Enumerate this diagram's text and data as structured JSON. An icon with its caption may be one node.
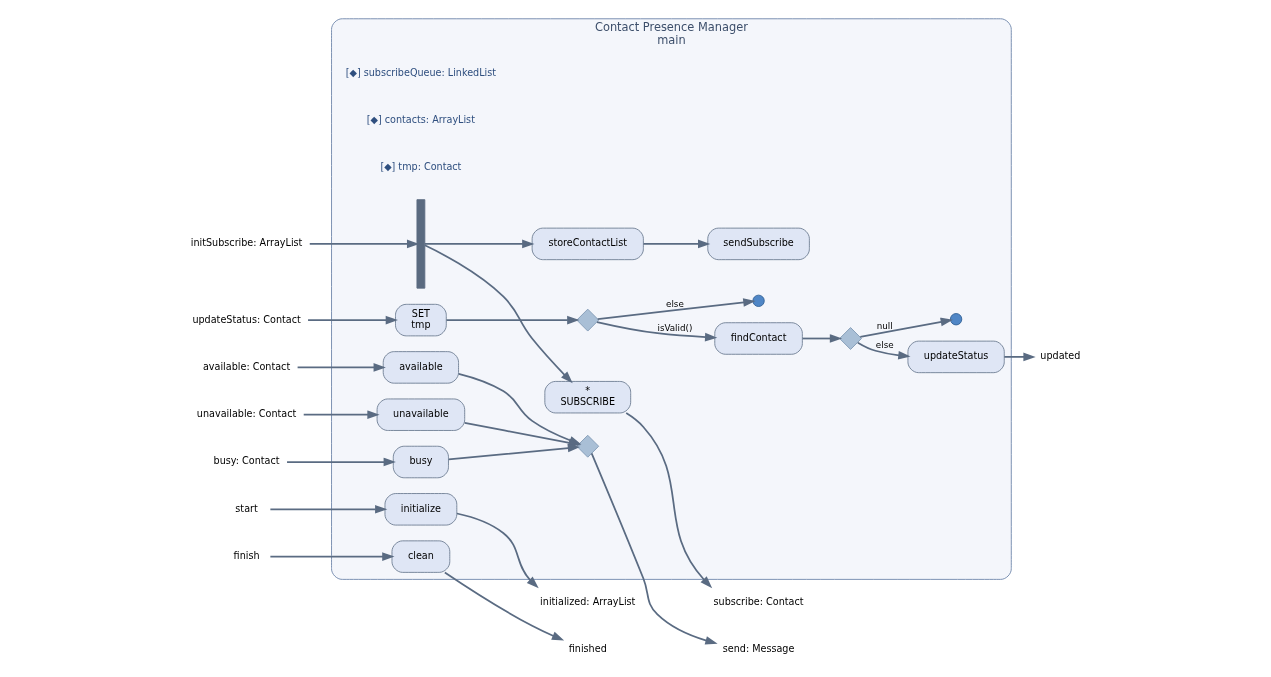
{
  "diagram": {
    "nodes": [
      {
        "text": [
          "Contact Presence Manager",
          "main"
        ]
      },
      {
        "text": [
          "initSubscribe: ArrayList"
        ]
      },
      {
        "text": [
          "start"
        ]
      },
      {
        "text": [
          "updateStatus: Contact"
        ]
      },
      {
        "text": [
          "available: Contact"
        ]
      },
      {
        "text": [
          "unavailable: Contact"
        ]
      },
      {
        "text": [
          "busy: Contact"
        ]
      },
      {
        "text": [
          "finish"
        ]
      },
      {
        "text": [],
        "shape": "bar",
        "in": 0
      },
      {
        "text": [
          "*",
          "SUBSCRIBE"
        ],
        "in": 0
      },
      {
        "text": [
          "storeContactList"
        ],
        "in": 0
      },
      {
        "text": [
          "sendSubscribe"
        ],
        "in": 0
      },
      {
        "text": [
          "initialize"
        ],
        "in": 0
      },
      {
        "text": [
          "SET",
          "tmp"
        ],
        "in": 0
      },
      {
        "text": [],
        "shape": "diamond",
        "in": 0
      },
      {
        "text": [
          "findContact"
        ],
        "in": 0
      },
      {
        "text": [],
        "shape": "diamond",
        "in": 0
      },
      {
        "text": [
          "updateStatus"
        ],
        "in": 0
      },
      {
        "text": [],
        "shape": "circle",
        "in": 0
      },
      {
        "text": [],
        "shape": "circle",
        "in": 0
      },
      {
        "text": [
          "available"
        ],
        "in": 0
      },
      {
        "text": [
          "unavailable"
        ],
        "in": 0
      },
      {
        "text": [
          "busy"
        ],
        "in": 0
      },
      {
        "text": [],
        "shape": "diamond",
        "in": 0
      },
      {
        "text": [
          "clean"
        ],
        "in": 0
      },
      {
        "text": [
          "subscribe: Contact"
        ]
      },
      {
        "text": [
          "initialized: ArrayList"
        ]
      },
      {
        "text": [
          "updated"
        ]
      },
      {
        "text": [
          "send: Message"
        ]
      },
      {
        "text": [
          "finished"
        ]
      }
    ],
    "edges": [
      {
        "from": 1,
        "to": 8,
        "arrow": "to"
      },
      {
        "from": 8,
        "to": 9,
        "arrow": "to"
      },
      {
        "from": 8,
        "to": 10,
        "arrow": "to"
      },
      {
        "from": 10,
        "to": 11,
        "arrow": "to"
      },
      {
        "from": 9,
        "to": 25,
        "arrow": "to"
      },
      {
        "from": 2,
        "to": 12,
        "arrow": "to"
      },
      {
        "from": 12,
        "to": 26,
        "arrow": "to"
      },
      {
        "from": 3,
        "to": 13,
        "arrow": "to"
      },
      {
        "from": 13,
        "to": 14,
        "arrow": "to"
      },
      {
        "from": 14,
        "to": 15,
        "arrow": "to",
        "label": "isValid()"
      },
      {
        "from": 14,
        "to": 18,
        "arrow": "to",
        "label": "else"
      },
      {
        "from": 15,
        "to": 16,
        "arrow": "to"
      },
      {
        "from": 16,
        "to": 19,
        "arrow": "to",
        "label": "null"
      },
      {
        "from": 16,
        "to": 17,
        "arrow": "to",
        "label": "else"
      },
      {
        "from": 17,
        "to": 27,
        "arrow": "to"
      },
      {
        "from": 4,
        "to": 20,
        "arrow": "to"
      },
      {
        "from": 5,
        "to": 21,
        "arrow": "to"
      },
      {
        "from": 6,
        "to": 22,
        "arrow": "to"
      },
      {
        "from": 20,
        "to": 23,
        "arrow": "to"
      },
      {
        "from": 21,
        "to": 23,
        "arrow": "to"
      },
      {
        "from": 22,
        "to": 23,
        "arrow": "to"
      },
      {
        "from": 23,
        "to": 28,
        "arrow": "to"
      },
      {
        "from": 7,
        "to": 24,
        "arrow": "to"
      },
      {
        "from": 24,
        "to": 29,
        "arrow": "to"
      }
    ],
    "labels": [
      "[◆] subscribeQueue: LinkedList",
      "[◆] contacts: ArrayList",
      "[◆] tmp: Contact"
    ]
  }
}
